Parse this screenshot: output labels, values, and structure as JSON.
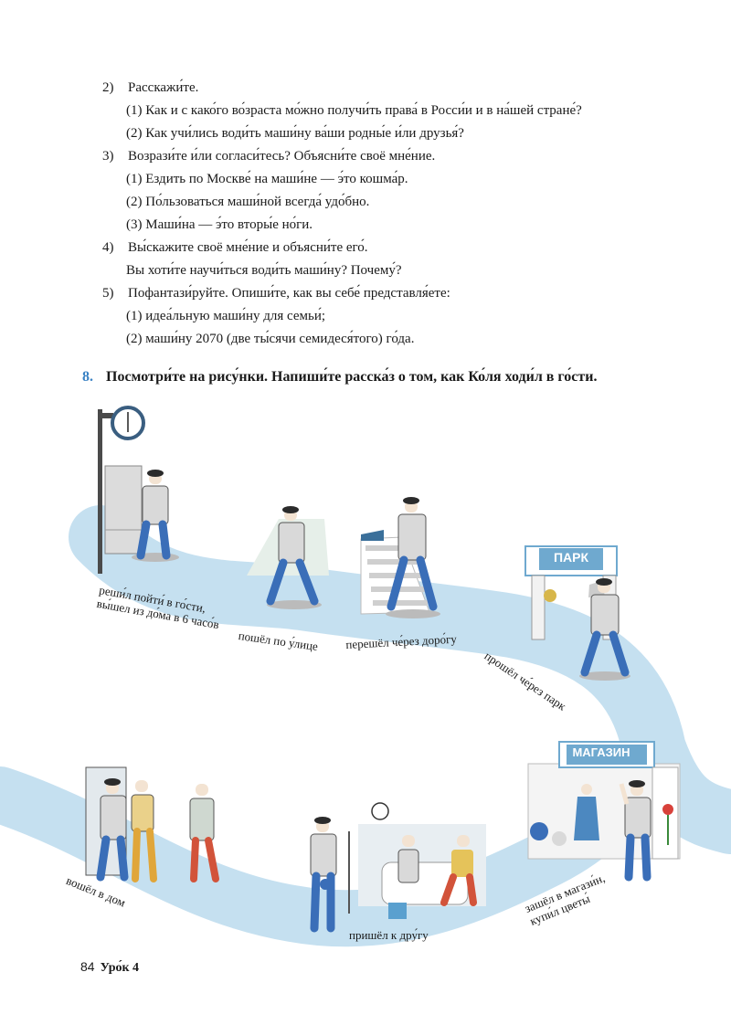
{
  "items": [
    {
      "num": "2)",
      "text": "Расскажи́те.",
      "subs": [
        "(1) Как и с како́го во́зраста мо́жно получи́ть права́ в Росси́и и в на́шей стране́?",
        "(2) Как учи́лись води́ть маши́ну ва́ши родны́е и́ли друзья́?"
      ]
    },
    {
      "num": "3)",
      "text": "Возрази́те и́ли согласи́тесь? Объясни́те своё мне́ние.",
      "subs": [
        "(1) Ездить по Москве́ на маши́не — э́то кошма́р.",
        "(2) По́льзоваться маши́ной всегда́ удо́бно.",
        "(3) Маши́на — э́то вторы́е но́ги."
      ]
    },
    {
      "num": "4)",
      "text": "Вы́скажите своё мне́ние и объясни́те его́.",
      "subs": [
        "Вы хоти́те научи́ться води́ть маши́ну? Почему́?"
      ]
    },
    {
      "num": "5)",
      "text": "Пофантази́руйте. Опиши́те, как вы себе́ представля́ете:",
      "subs": [
        "(1) идеа́льную маши́ну для семьи́;",
        "(2) маши́ну 2070 (две ты́сячи семидеся́того) го́да."
      ]
    }
  ],
  "exercise": {
    "number": "8.",
    "text": "Посмотри́те на рису́нки. Напиши́те расска́з о том, как Ко́ля ходи́л в го́сти."
  },
  "scene": {
    "signs": {
      "park": "ПАРК",
      "shop": "МАГАЗИН"
    },
    "captions": {
      "c1": [
        "реши́л пойти́ в го́сти,",
        "вы́шел из до́ма в 6 часо́в"
      ],
      "c2": "пошёл по у́лице",
      "c3": "перешёл че́рез доро́гу",
      "c4": "прошёл че́рез парк",
      "c5": [
        "зашёл в магази́н,",
        "купи́л цветы́"
      ],
      "c6": "пришёл к дру́гу",
      "c7": "вошёл в дом"
    },
    "colors": {
      "path": "#c5e0f0",
      "coat": "#d9d9d9",
      "jeans": "#3a6eb8",
      "accent": "#3a82c4",
      "sign": "#6fa9cf"
    }
  },
  "footer": {
    "page": "84",
    "lesson": "Уро́к 4"
  }
}
